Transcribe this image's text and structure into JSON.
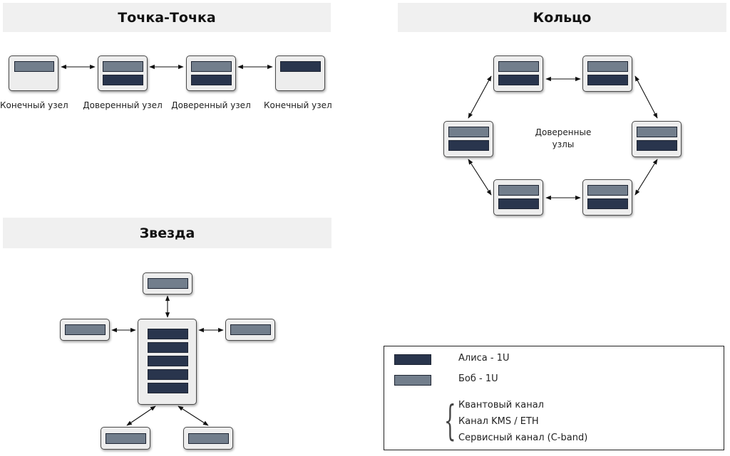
{
  "sections": {
    "p2p_title": "Точка-Точка",
    "ring_title": "Кольцо",
    "star_title": "Звезда"
  },
  "p2p": {
    "nodes": [
      {
        "label": "Конечный узел"
      },
      {
        "label": "Доверенный узел"
      },
      {
        "label": "Доверенный узел"
      },
      {
        "label": "Конечный узел"
      }
    ]
  },
  "ring": {
    "center_label": "Доверенные\nузлы"
  },
  "legend": {
    "alice_label": "Алиса - 1U",
    "bob_label": "Боб - 1U",
    "channels": [
      "Квантовый канал",
      "Канал KMS / ETH",
      "Сервисный канал (C-band)"
    ]
  },
  "colors": {
    "alice": "#29354d",
    "bob": "#727e8c",
    "node_bg": "#ededed",
    "header_bg": "#f0f0f0"
  }
}
